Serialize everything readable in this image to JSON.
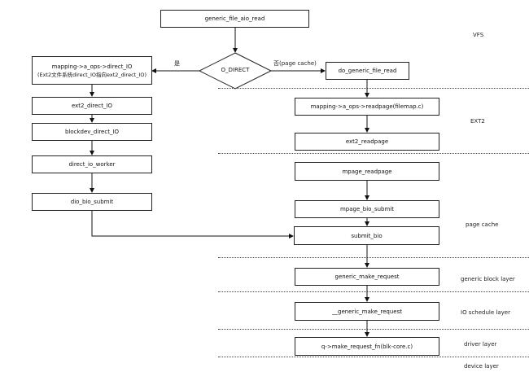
{
  "nodes": {
    "generic_file_aio_read": "generic_file_aio_read",
    "o_direct": "O_DIRECT",
    "mapping_direct_io_line1": "mapping->a_ops->direct_IO",
    "mapping_direct_io_line2": "(Ext2文件系统direct_IO指向ext2_direct_IO)",
    "do_generic_file_read": "do_generic_file_read",
    "ext2_direct_io": "ext2_direct_IO",
    "blockdev_direct_io": "blockdev_direct_IO",
    "direct_io_worker": "direct_io_worker",
    "dio_bio_submit": "dio_bio_submit",
    "mapping_readpage": "mapping->a_ops->readpage(filemap.c)",
    "ext2_readpage": "ext2_readpage",
    "mpage_readpage": "mpage_readpage",
    "mpage_bio_submit": "mpage_bio_submit",
    "submit_bio": "submit_bio",
    "generic_make_request": "generic_make_request",
    "__generic_make_request": "__generic_make_request",
    "make_request_fn": "q->make_request_fn(blk-core.c)"
  },
  "edge_labels": {
    "yes": "是",
    "no": "否(page cache)"
  },
  "layers": {
    "vfs": "VFS",
    "ext2": "EXT2",
    "page_cache": "page cache",
    "generic_block": "generic block layer",
    "io_schedule": "IO schedule layer",
    "driver": "driver layer",
    "device": "device layer"
  }
}
